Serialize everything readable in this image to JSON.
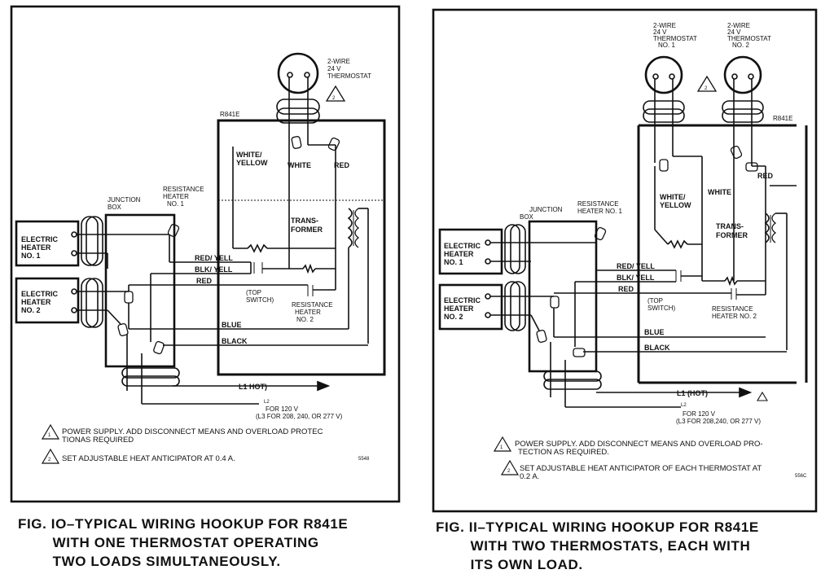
{
  "figure10": {
    "thermostat": [
      "2-WIRE",
      "24 V",
      "THERMOSTAT"
    ],
    "device": "R841E",
    "white_yellow": [
      "WHITE/",
      "YELLOW"
    ],
    "white": "WHITE",
    "red": "RED",
    "transformer": [
      "TRANS-",
      "FORMER"
    ],
    "resistance_heater_1": [
      "RESISTANCE",
      "HEATER",
      "NO. 1"
    ],
    "junction_box": [
      "JUNCTION",
      "BOX"
    ],
    "heater_1": [
      "ELECTRIC",
      "HEATER",
      "NO. 1"
    ],
    "heater_2": [
      "ELECTRIC",
      "HEATER",
      "NO. 2"
    ],
    "wire_red_yell": "RED/ YELL",
    "wire_blk_yell": "BLK/ YELL",
    "wire_red": "RED",
    "top_switch": [
      "(TOP",
      "SWITCH)"
    ],
    "resistance_heater_2": [
      "RESISTANCE",
      "HEATER",
      "NO. 2"
    ],
    "wire_blue": "BLUE",
    "wire_black": "BLACK",
    "l1_hot": "L1 HOT)",
    "l2": "L2",
    "supply": [
      "FOR 120 V",
      "(L3 FOR 208, 240, OR 277 V)"
    ],
    "note1_num": "1",
    "note1": [
      "POWER SUPPLY. ADD DISCONNECT MEANS AND OVERLOAD PROTEC",
      "TIONAS REQUIRED"
    ],
    "note2_num": "2",
    "note2": "SET ADJUSTABLE HEAT ANTICIPATOR AT 0.4 A.",
    "code": "5548",
    "caption": [
      "FIG. IO–TYPICAL WIRING HOOKUP FOR R841E",
      "        WITH ONE THERMOSTAT OPERATING",
      "        TWO LOADS SIMULTANEOUSLY."
    ]
  },
  "figure11": {
    "thermostat1": [
      "2-WIRE",
      "24 V",
      "THERMOSTAT",
      "NO. 1"
    ],
    "thermostat2": [
      "2-WIRE",
      "24 V",
      "THERMOSTAT",
      "NO. 2"
    ],
    "device": "R841E",
    "red": "RED",
    "white_yellow": [
      "WHITE/",
      "YELLOW"
    ],
    "white": "WHITE",
    "transformer": [
      "TRANS-",
      "FORMER"
    ],
    "junction_box": [
      "JUNCTION",
      "BOX"
    ],
    "resistance_heater_1": [
      "RESISTANCE",
      "HEATER NO. 1"
    ],
    "heater_1": [
      "ELECTRIC",
      "HEATER",
      "NO. 1"
    ],
    "heater_2": [
      "ELECTRIC",
      "HEATER",
      "NO. 2"
    ],
    "wire_red_yell": "RED/ YELL",
    "wire_blk_yell": "BLK/ YELL",
    "wire_red": "RED",
    "top_switch": [
      "(TOP",
      "SWITCH)"
    ],
    "resistance_heater_2": [
      "RESISTANCE",
      "HEATER NO. 2"
    ],
    "wire_blue": "BLUE",
    "wire_black": "BLACK",
    "l1_hot": "L1 (HOT)",
    "l2": "L2",
    "supply": [
      "FOR 120 V",
      "(L3 FOR 208,240, OR 277 V)"
    ],
    "note1_num": "1",
    "note1": [
      "POWER SUPPLY. ADD DISCONNECT MEANS AND OVERLOAD PRO-",
      "TECTION AS REQUIRED."
    ],
    "note2_num": "2",
    "note2": [
      "SET ADJUSTABLE HEAT ANTICIPATOR OF EACH THERMOSTAT AT",
      "0.2 A."
    ],
    "code": "556C",
    "caption": [
      "FIG. II–TYPICAL WIRING HOOKUP FOR R841E",
      "        WITH TWO THERMOSTATS, EACH WITH",
      "        ITS OWN LOAD."
    ]
  }
}
